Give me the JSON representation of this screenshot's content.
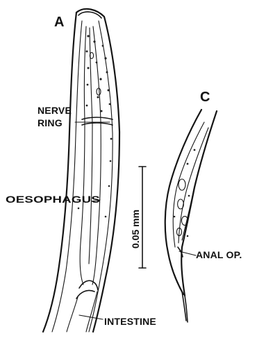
{
  "figure": {
    "panel_a": "A",
    "panel_c": "C",
    "labels": {
      "nerve_ring_line1": "NERVE",
      "nerve_ring_line2": "RING",
      "oesophagus": "OESOPHAGUS",
      "intestine": "INTESTINE",
      "anal_opening": "ANAL OP."
    },
    "scale_bar": "0.05 mm"
  },
  "colors": {
    "ink": "#151515",
    "background": "#ffffff"
  }
}
